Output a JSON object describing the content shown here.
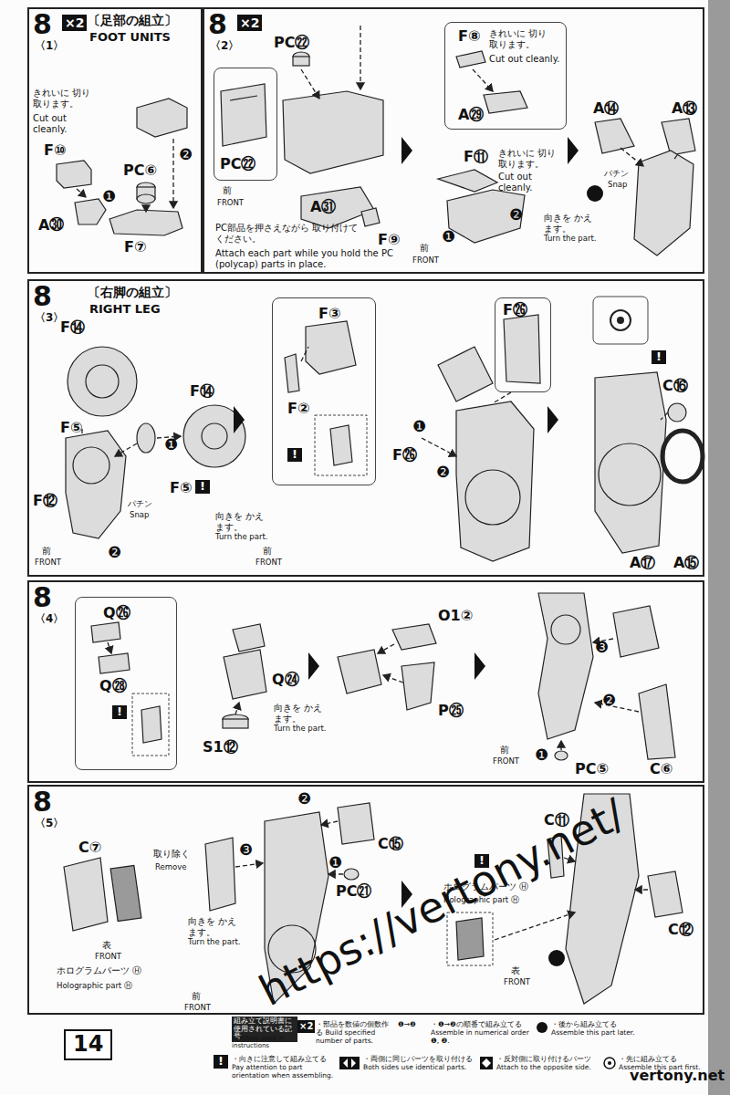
{
  "diagram": {
    "nodes": [
      {
        "text": [
          "8",
          "×2",
          "〈1〉",
          "〔足部の組立〕",
          "FOOT UNITS"
        ]
      },
      {
        "text": [
          "8",
          "×2",
          "〈2〉"
        ]
      },
      {
        "text": [
          "PC㉒"
        ],
        "in": 1
      },
      {
        "text": [
          "F⑧",
          "きれいに 切り取ります。",
          "Cut out cleanly.",
          "A㉙"
        ],
        "in": 1
      },
      {
        "text": [
          "8",
          "〈3〉",
          "〔右脚の組立〕",
          "RIGHT LEG"
        ]
      },
      {
        "text": [
          "F③",
          "F②",
          "!"
        ],
        "in": 4
      },
      {
        "text": [
          "F㉖"
        ],
        "in": 4
      },
      {
        "text": [
          "8",
          "〈4〉"
        ]
      },
      {
        "text": [
          "Q㉖",
          "Q㉘",
          "!"
        ],
        "in": 7
      },
      {
        "text": [
          "8",
          "〈5〉"
        ]
      }
    ],
    "labels": [
      "きれいに 切り取ります。",
      "Cut out cleanly.",
      "F⑩",
      "A㉚",
      "PC⑥",
      "❷",
      "❶",
      "F⑦",
      "前",
      "FRONT",
      "A㉛",
      "PC部品を押さえながら 取り付けてください。",
      "Attach each part while you hold the PC (polycap) parts in place.",
      "F⑨",
      "F⑪",
      "きれいに 切り取ります。",
      "Cut out cleanly.",
      "❷",
      "❶",
      "前",
      "FRONT",
      "向きを かえます。",
      "Turn the part.",
      "A⑭",
      "A⑬",
      "パチン",
      "Snap",
      "PC㉒",
      "F⑭",
      "F⑤",
      "F⑭",
      "❶",
      "❷",
      "F⑫",
      "パチン",
      "Snap",
      "F⑤",
      "!",
      "前",
      "FRONT",
      "向きを かえます。",
      "Turn the part.",
      "前",
      "FRONT",
      "F㉖",
      "❶",
      "❷",
      "!",
      "C⑯",
      "A⑰",
      "A⑮",
      "向きを かえます。",
      "Turn the part.",
      "Q㉔",
      "S1⑫",
      "O1②",
      "P㉕",
      "前",
      "FRONT",
      "❸",
      "❷",
      "❶",
      "PC⑤",
      "C⑥",
      "C⑦",
      "取り除く",
      "Remove",
      "表",
      "FRONT",
      "ホログラムパーツ Ⓗ",
      "Holographic part Ⓗ",
      "❸",
      "❷",
      "❶",
      "C⑮",
      "PC㉑",
      "向きを かえます。",
      "Turn the part.",
      "前",
      "FRONT",
      "!",
      "ホログラムパーツ Ⓗ",
      "Holographic part Ⓗ",
      "表",
      "FRONT",
      "C⑪",
      "C⑫",
      "14",
      "組み立て説明書に使用されている記号",
      "Symbols used in instructions",
      "×2",
      "!",
      "❶→❷",
      "https://vertony.net/",
      "vertony.net"
    ],
    "legend": [
      {
        "text": "・部品を数値の個数作る Build specified number of parts."
      },
      {
        "text": "・向きに注意して組み立てる Pay attention to part orientation when assembling."
      },
      {
        "text": "・❶→❷の順番で組み立てる Assemble in numerical order ❶, ❷."
      },
      {
        "text": "・両側に同じパーツを取り付ける Both sides use identical parts."
      },
      {
        "text": "・後から組み立てる Assemble this part later."
      },
      {
        "text": "・反対側に取り付けるパーツ Attach to the opposite side."
      },
      {
        "text": "・先に組み立てる Assemble this part first."
      }
    ]
  }
}
